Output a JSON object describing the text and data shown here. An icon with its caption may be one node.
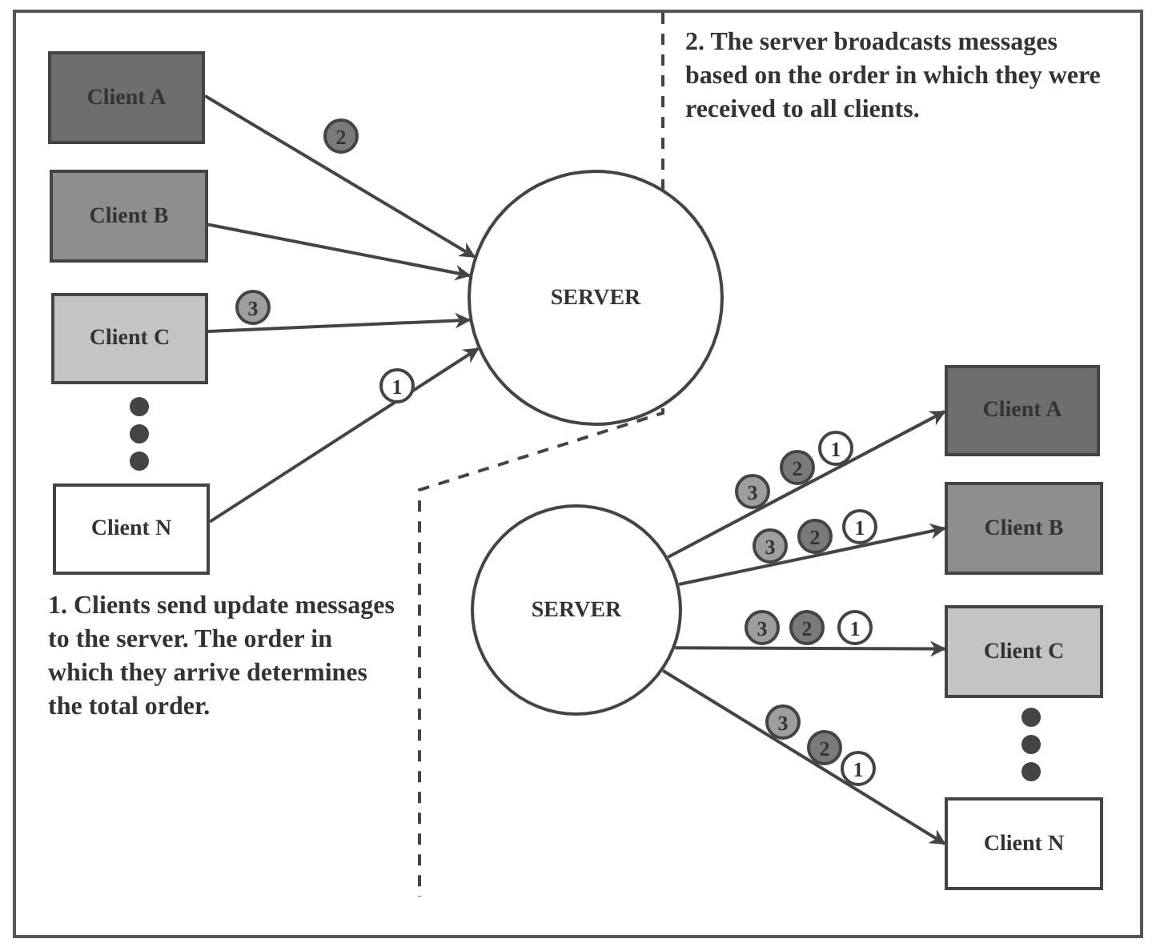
{
  "diagram": {
    "nodes": [
      {
        "text": [
          "Client A"
        ]
      },
      {
        "text": [
          "Client B"
        ]
      },
      {
        "text": [
          "Client C"
        ]
      },
      {
        "text": [
          "Client N"
        ]
      },
      {
        "text": [
          "SERVER"
        ]
      },
      {
        "text": [
          "SERVER"
        ]
      },
      {
        "text": [
          "Client A"
        ]
      },
      {
        "text": [
          "Client B"
        ]
      },
      {
        "text": [
          "Client C"
        ]
      },
      {
        "text": [
          "Client N"
        ]
      },
      {
        "text": [
          "2"
        ]
      },
      {
        "text": [
          "3"
        ]
      },
      {
        "text": [
          "1"
        ]
      },
      {
        "text": [
          "3"
        ]
      },
      {
        "text": [
          "2"
        ]
      },
      {
        "text": [
          "1"
        ]
      },
      {
        "text": [
          "3"
        ]
      },
      {
        "text": [
          "2"
        ]
      },
      {
        "text": [
          "1"
        ]
      },
      {
        "text": [
          "3"
        ]
      },
      {
        "text": [
          "2"
        ]
      },
      {
        "text": [
          "1"
        ]
      },
      {
        "text": [
          "3"
        ]
      },
      {
        "text": [
          "2"
        ]
      },
      {
        "text": [
          "1"
        ]
      }
    ],
    "edges": [
      {
        "from": 0,
        "to": 4,
        "arrow": "to"
      },
      {
        "from": 1,
        "to": 4,
        "arrow": "to"
      },
      {
        "from": 2,
        "to": 4,
        "arrow": "to"
      },
      {
        "from": 3,
        "to": 4,
        "arrow": "to"
      },
      {
        "from": 5,
        "to": 6,
        "arrow": "to"
      },
      {
        "from": 5,
        "to": 7,
        "arrow": "to"
      },
      {
        "from": 5,
        "to": 8,
        "arrow": "to"
      },
      {
        "from": 5,
        "to": 9,
        "arrow": "to"
      }
    ],
    "labels": [
      "1. Clients send update messages to the server. The order in which they arrive determines the total order.",
      "2. The server broadcasts messages based on the order in which they were received to all clients."
    ]
  }
}
